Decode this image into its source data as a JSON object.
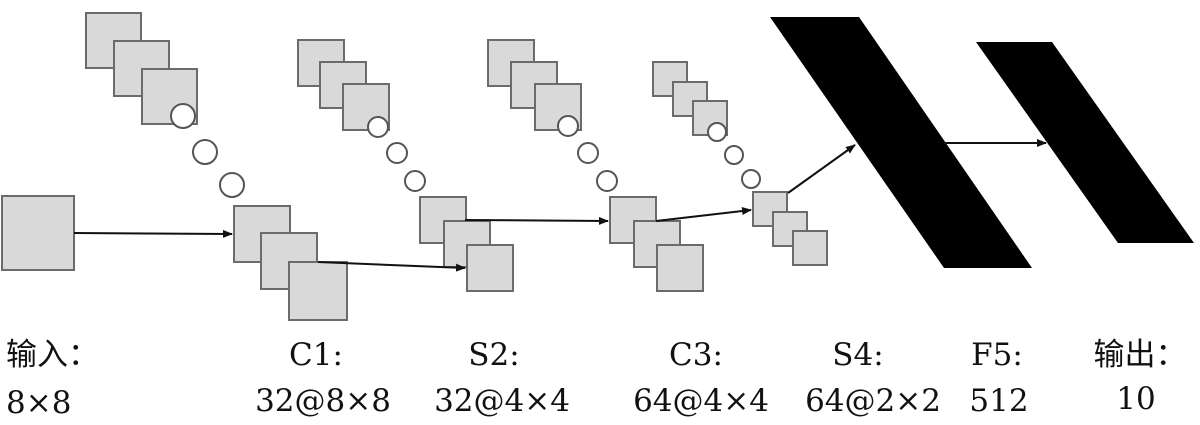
{
  "colors": {
    "map_fill": "#d9d9d9",
    "map_stroke": "#6b6b6b",
    "dense_fill": "#000000",
    "arrow": "#111111",
    "text": "#111111"
  },
  "layers": {
    "input": {
      "name": "输入：",
      "size": "8×8"
    },
    "c1": {
      "name": "C1:",
      "size": "32@8×8"
    },
    "s2": {
      "name": "S2:",
      "size": "32@4×4"
    },
    "c3": {
      "name": "C3:",
      "size": "64@4×4"
    },
    "s4": {
      "name": "S4:",
      "size": "64@2×2"
    },
    "f5": {
      "name": "F5:",
      "size": "512"
    },
    "output": {
      "name": "输出：",
      "size": "10"
    }
  }
}
